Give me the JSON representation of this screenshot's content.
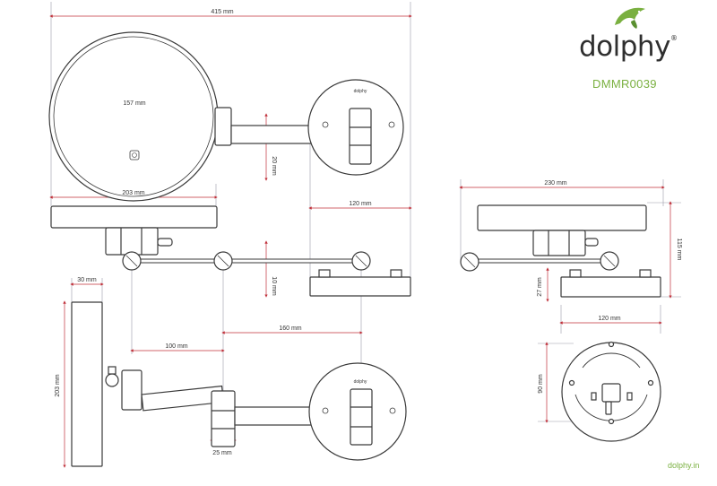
{
  "brand": {
    "name": "dolphy",
    "registered": "®",
    "accent": "#7ab040"
  },
  "product_code": "DMMR0039",
  "website": "dolphy.in",
  "stamp_text": "dolphy",
  "dimensions": {
    "overall_width": "415 mm",
    "mirror_inner": "157 mm",
    "mirror_outer": "203 mm",
    "arm_gap": "20 mm",
    "base_width": "120 mm",
    "arm_offset": "10 mm",
    "depth": "30 mm",
    "height": "203 mm",
    "arm_a": "100 mm",
    "arm_b": "160 mm",
    "block": "25 mm",
    "side_width": "230 mm",
    "side_height": "115 mm",
    "side_base": "27 mm",
    "plate_width": "120 mm",
    "plate_holes": "90 mm"
  },
  "colors": {
    "line": "#3a3a3a",
    "dim": "#c0303a",
    "thin": "#9a9aa8"
  }
}
